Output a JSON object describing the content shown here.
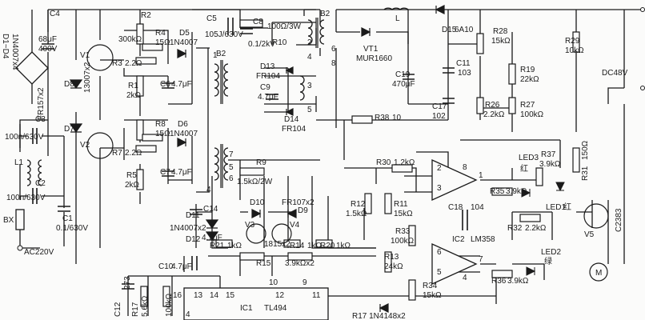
{
  "labels": {
    "D1_D4": "D1~D4",
    "D1_D4_val": "1N4007x4",
    "C4": "C4",
    "C4_val1": "68μF",
    "C4_val2": "400V",
    "C3": "C3",
    "C3_val": "100n/630V",
    "C2": "C2",
    "C2_val": "100n/630V",
    "L1": "L1",
    "BX": "BX",
    "C1": "C1",
    "C1_val": "0.1/630V",
    "AC220V": "AC220V",
    "D8": "D8",
    "D7": "D7",
    "FR157x2": "FR157x2",
    "V1": "V1",
    "V2": "V2",
    "V1_part": "13007x2",
    "R2": "R2",
    "R2_val": "300kΩ",
    "R3": "R3",
    "R3_val": "2.2Ω",
    "R4": "R4",
    "R4_val": "15Ω",
    "D5": "D5",
    "D5_val": "1N4007",
    "R1": "R1",
    "R1_val": "2kΩ",
    "C6": "C6",
    "C6_val": "4.7μF",
    "R8": "R8",
    "R8_val": "15Ω",
    "D6": "D6",
    "D6_val": "1N4007",
    "R7": "R7",
    "R7_val": "2.2Ω",
    "R5": "R5",
    "R5_val": "2kΩ",
    "C7": "C7",
    "C7_val": "4.7μF",
    "C5": "C5",
    "C5_val": "105J/630V",
    "C8": "C8",
    "C8_val": "0.1/2kV",
    "R10": "R10",
    "R10_val": "100Ω/3W",
    "B2": "B2",
    "B2_mid": "B2",
    "D13": "D13",
    "D13_val": "FR104",
    "C9": "C9",
    "C9_val": "4.7μF",
    "D14": "D14",
    "D14_val": "FR104",
    "D15": "D15",
    "D15_val": "6A10",
    "VT1": "VT1",
    "VT1_val": "MUR1660",
    "L_out": "L",
    "C19": "C19",
    "C19_val": "470μF",
    "R28": "R28",
    "R28_val": "15kΩ",
    "R29": "R29",
    "R29_val": "10kΩ",
    "C11": "C11",
    "C11_val": "103",
    "R19": "R19",
    "R19_val": "22kΩ",
    "DC48V": "DC48V",
    "C17": "C17",
    "C17_val": "102",
    "R26": "R26",
    "R26_val": "2.2kΩ",
    "R27": "R27",
    "R27_val": "100kΩ",
    "R38": "R38",
    "R38_val": "10",
    "R9": "R9",
    "R9_val": "1.5kΩ/2W",
    "D10": "D10",
    "D9": "D9",
    "D9_10_val": "FR107x2",
    "D11": "D11",
    "D12": "D12",
    "D11_12_val": "1N4007x2",
    "C14": "C14",
    "C14_val": "4.7μF",
    "V3": "V3",
    "V4": "V4",
    "V34_val": "1815x2",
    "R21": "R21",
    "R21_val": "1kΩ",
    "R14": "R14",
    "R14_val": "1kΩ",
    "R20": "R20",
    "R20_val": "1kΩ",
    "C10": "C10",
    "C10_val": "4.7μF",
    "R15": "R15",
    "R15_val": "3.9kΩx2",
    "R30": "R30",
    "R30_val": "1.2kΩ",
    "R12": "R12",
    "R12_val": "1.5kΩ",
    "R11": "R11",
    "R11_val": "15kΩ",
    "R33": "R33",
    "R33_val": "100kΩ",
    "R13": "R13",
    "R13_val": "24kΩ",
    "R34": "R34",
    "R34_val": "15kΩ",
    "C18": "C18",
    "C18_val": "104",
    "IC2": "IC2",
    "IC2_val": "LM358",
    "LED3": "LED3",
    "LED3_color": "红",
    "R37": "R37",
    "R37_val": "3.9kΩ",
    "R35": "R35",
    "R35_val": "3.9kΩ",
    "LED1": "LED1",
    "LED1_color": "红",
    "R31": "R31",
    "R31_val": "150Ω",
    "R32": "R32",
    "R32_val": "2.2kΩ",
    "V5": "V5",
    "V5_val": "C2383",
    "LED2": "LED2",
    "LED2_color": "绿",
    "R36": "R36",
    "R36_val": "3.9kΩ",
    "M": "M",
    "C12": "C12",
    "C12_val": "273",
    "R17": "R17",
    "R17_val": "5.6kΩ",
    "R_100k": "100kΩ",
    "IC1": "IC1",
    "IC1_val": "TL494",
    "R17b": "R17 1N4148x2",
    "pin": {
      "p1": "1",
      "p2": "2",
      "p3": "3",
      "p4": "4",
      "p5": "5",
      "p6": "6",
      "p7": "7",
      "p8": "8",
      "ic1_16": "16",
      "ic1_15": "15",
      "ic1_14": "14",
      "ic1_13": "13",
      "ic1_12": "12",
      "ic1_11": "11",
      "ic1_9": "9",
      "ic1_10": "10"
    }
  }
}
